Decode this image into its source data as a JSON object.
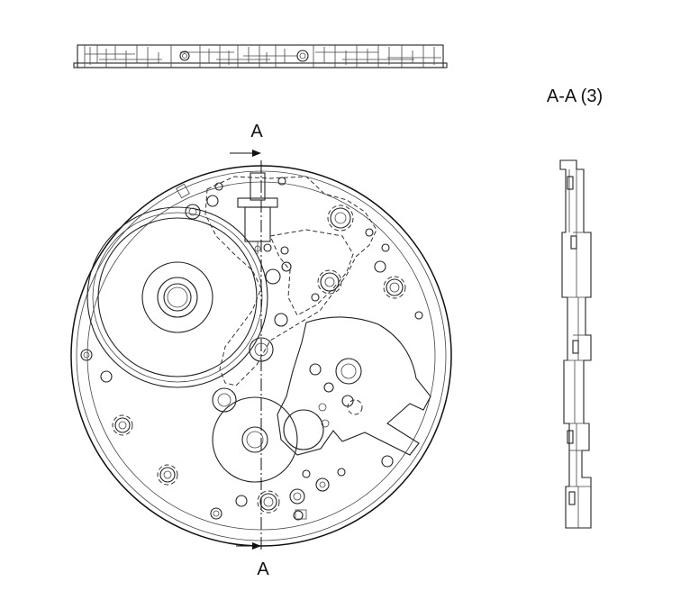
{
  "section_title": "A-A (3)",
  "section_marker_top": "A",
  "section_marker_bottom": "A"
}
